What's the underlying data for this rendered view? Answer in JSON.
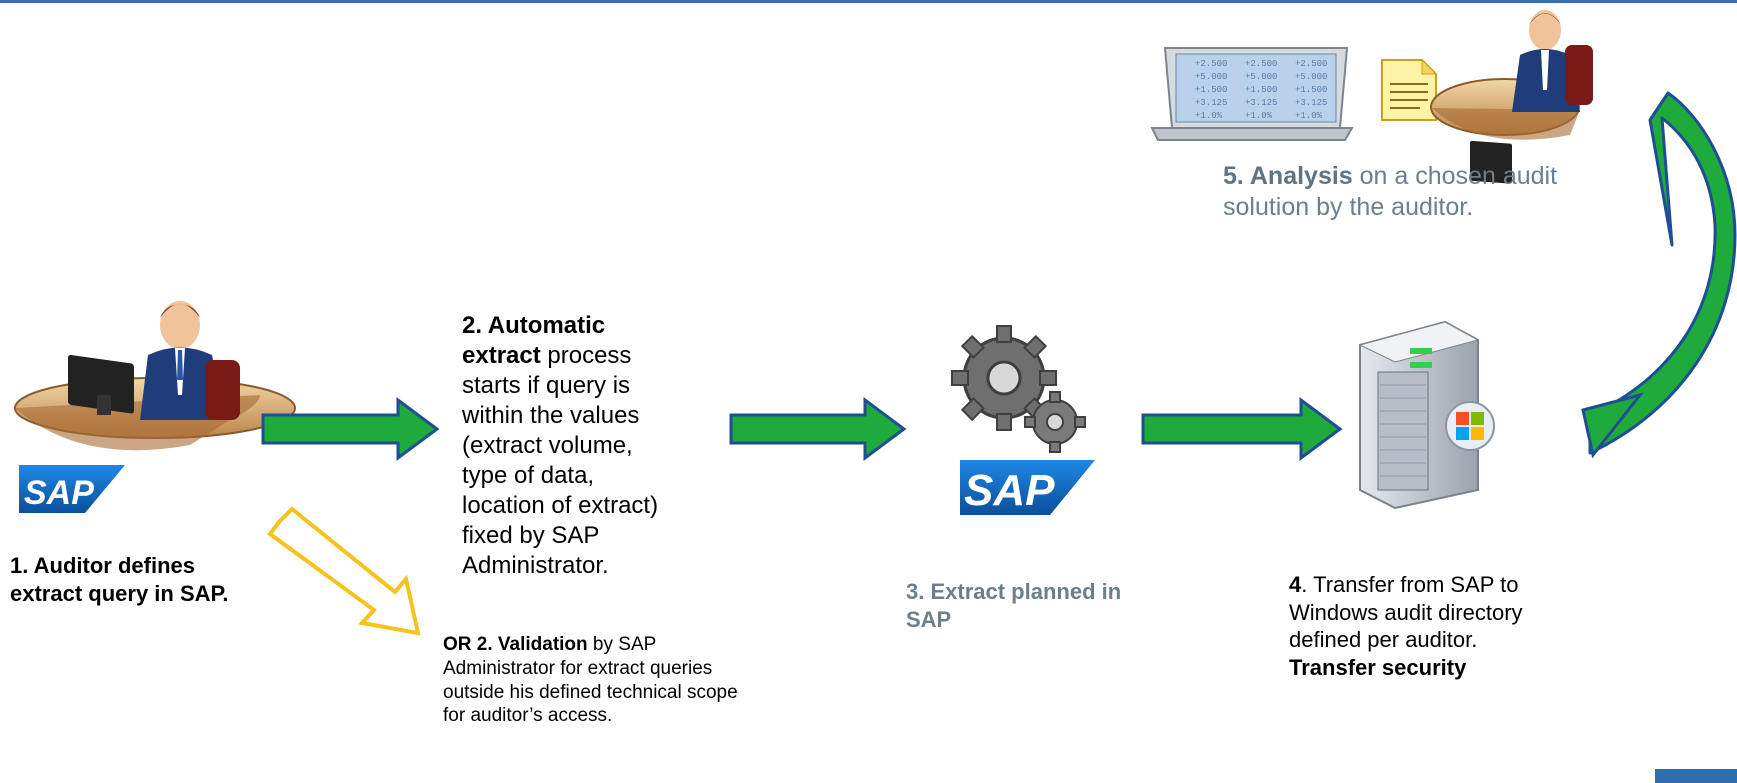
{
  "colors": {
    "accent_blue": "#2f6fb0",
    "arrow_green": "#1faa3c",
    "arrow_outline": "#1f4e96",
    "alt_arrow": "#f6c21b",
    "muted_text": "#6c7f8b"
  },
  "icons": [
    "auditor-at-desk-icon",
    "sap-logo-icon",
    "gears-icon",
    "windows-server-icon",
    "laptop-spreadsheet-icon",
    "document-icon"
  ],
  "step1": {
    "text": "1. Auditor defines extract query in SAP."
  },
  "step2": {
    "title": "2. Automatic extract",
    "text": " process starts if query is within the values (extract volume, type of data, location of extract) fixed by SAP Administrator."
  },
  "step2_alt": {
    "title": "OR 2. Validation",
    "text": " by SAP Administrator for extract queries outside his defined technical scope for auditor’s access."
  },
  "step3": {
    "text": "3. Extract planned in SAP"
  },
  "step4": {
    "number": "4",
    "text": ". Transfer from SAP to Windows audit directory defined per auditor.",
    "bold": "Transfer security"
  },
  "step5": {
    "title": "5. Analysis",
    "text": " on a chosen audit solution by the auditor."
  },
  "logos": {
    "sap": "SAP"
  },
  "spreadsheet": {
    "rows": [
      [
        "+2.500",
        "+2.500",
        "+2.500"
      ],
      [
        "+5.000",
        "+5.000",
        "+5.000"
      ],
      [
        "+1.500",
        "+1.500",
        "+1.500"
      ],
      [
        "+3.125",
        "+3.125",
        "+3.125"
      ],
      [
        "+1.0%",
        "+1.0%",
        "+1.0%"
      ]
    ]
  }
}
